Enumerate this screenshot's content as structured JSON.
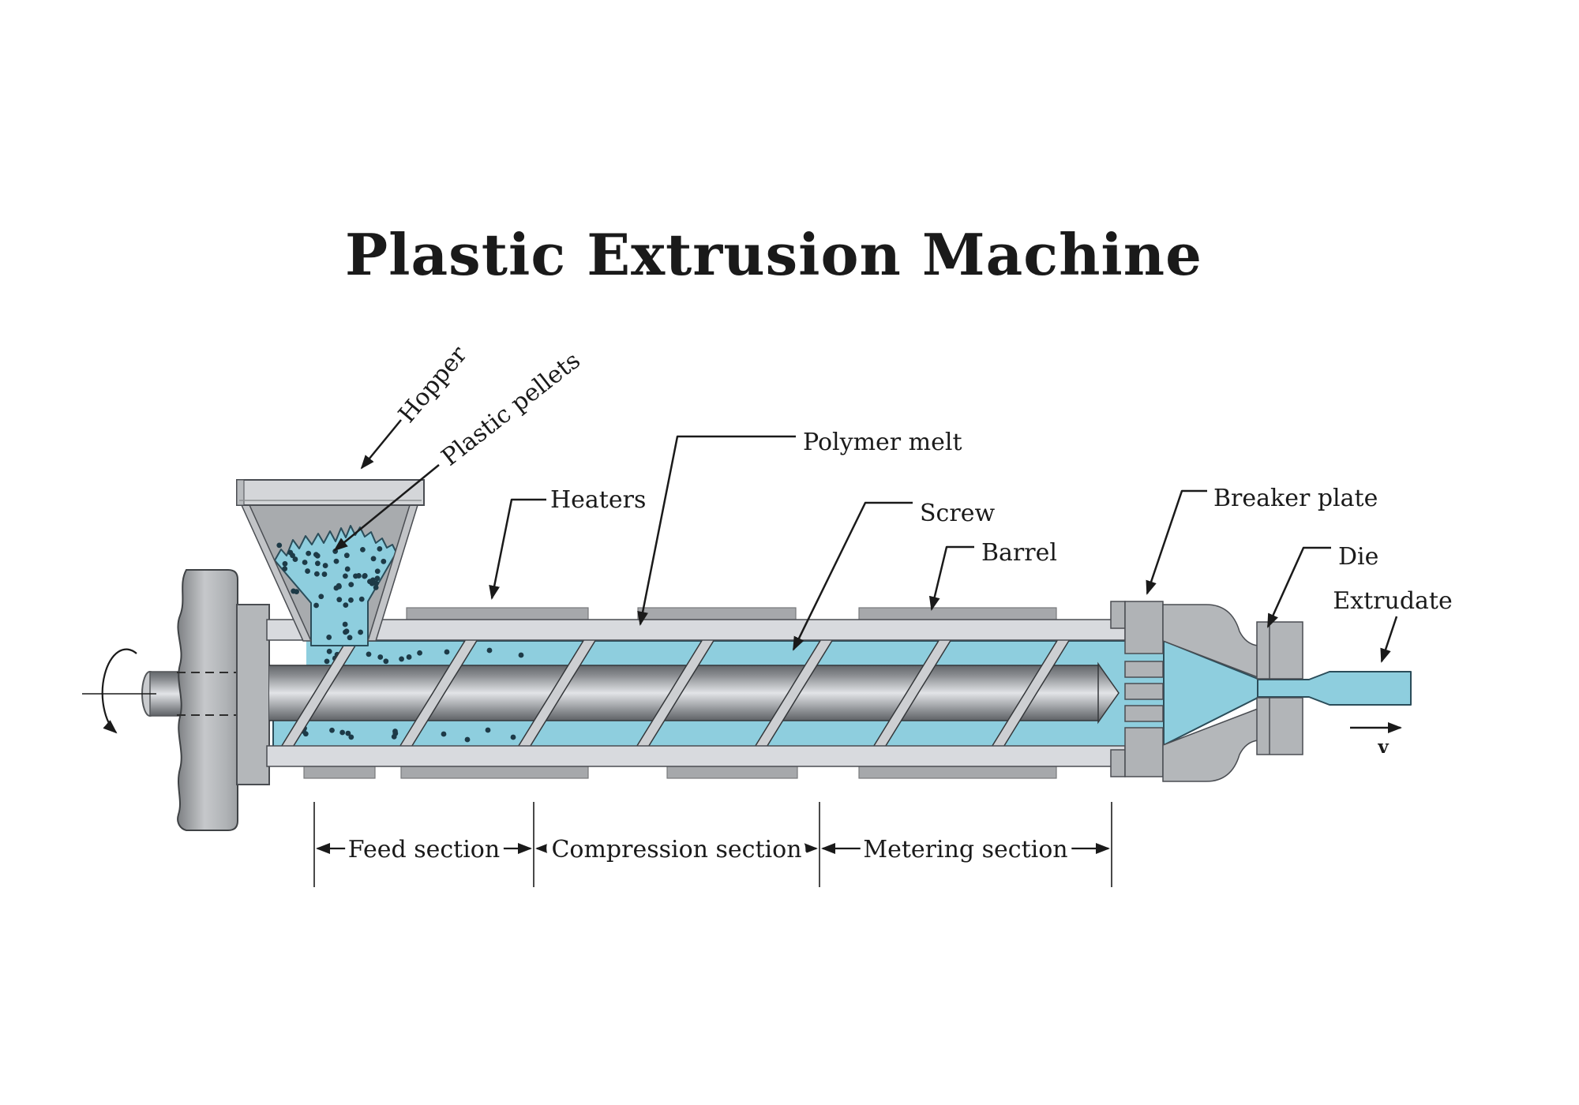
{
  "title": "Plastic Extrusion Machine",
  "labels": {
    "hopper": "Hopper",
    "plastic_pellets": "Plastic pellets",
    "heaters": "Heaters",
    "polymer_melt": "Polymer melt",
    "screw": "Screw",
    "barrel": "Barrel",
    "breaker_plate": "Breaker plate",
    "die": "Die",
    "extrudate": "Extrudate",
    "velocity": "v"
  },
  "sections": [
    {
      "label": "Feed section"
    },
    {
      "label": "Compression section"
    },
    {
      "label": "Metering section"
    }
  ],
  "colors": {
    "melt": "#8ecede",
    "melt_outline": "#2b4d5a",
    "pellet_dot": "#1d3a47",
    "barrel": "#d8dade",
    "heater": "#a6a8ab",
    "metal_mid": "#b4b7ba",
    "ink": "#1a1a1a"
  }
}
